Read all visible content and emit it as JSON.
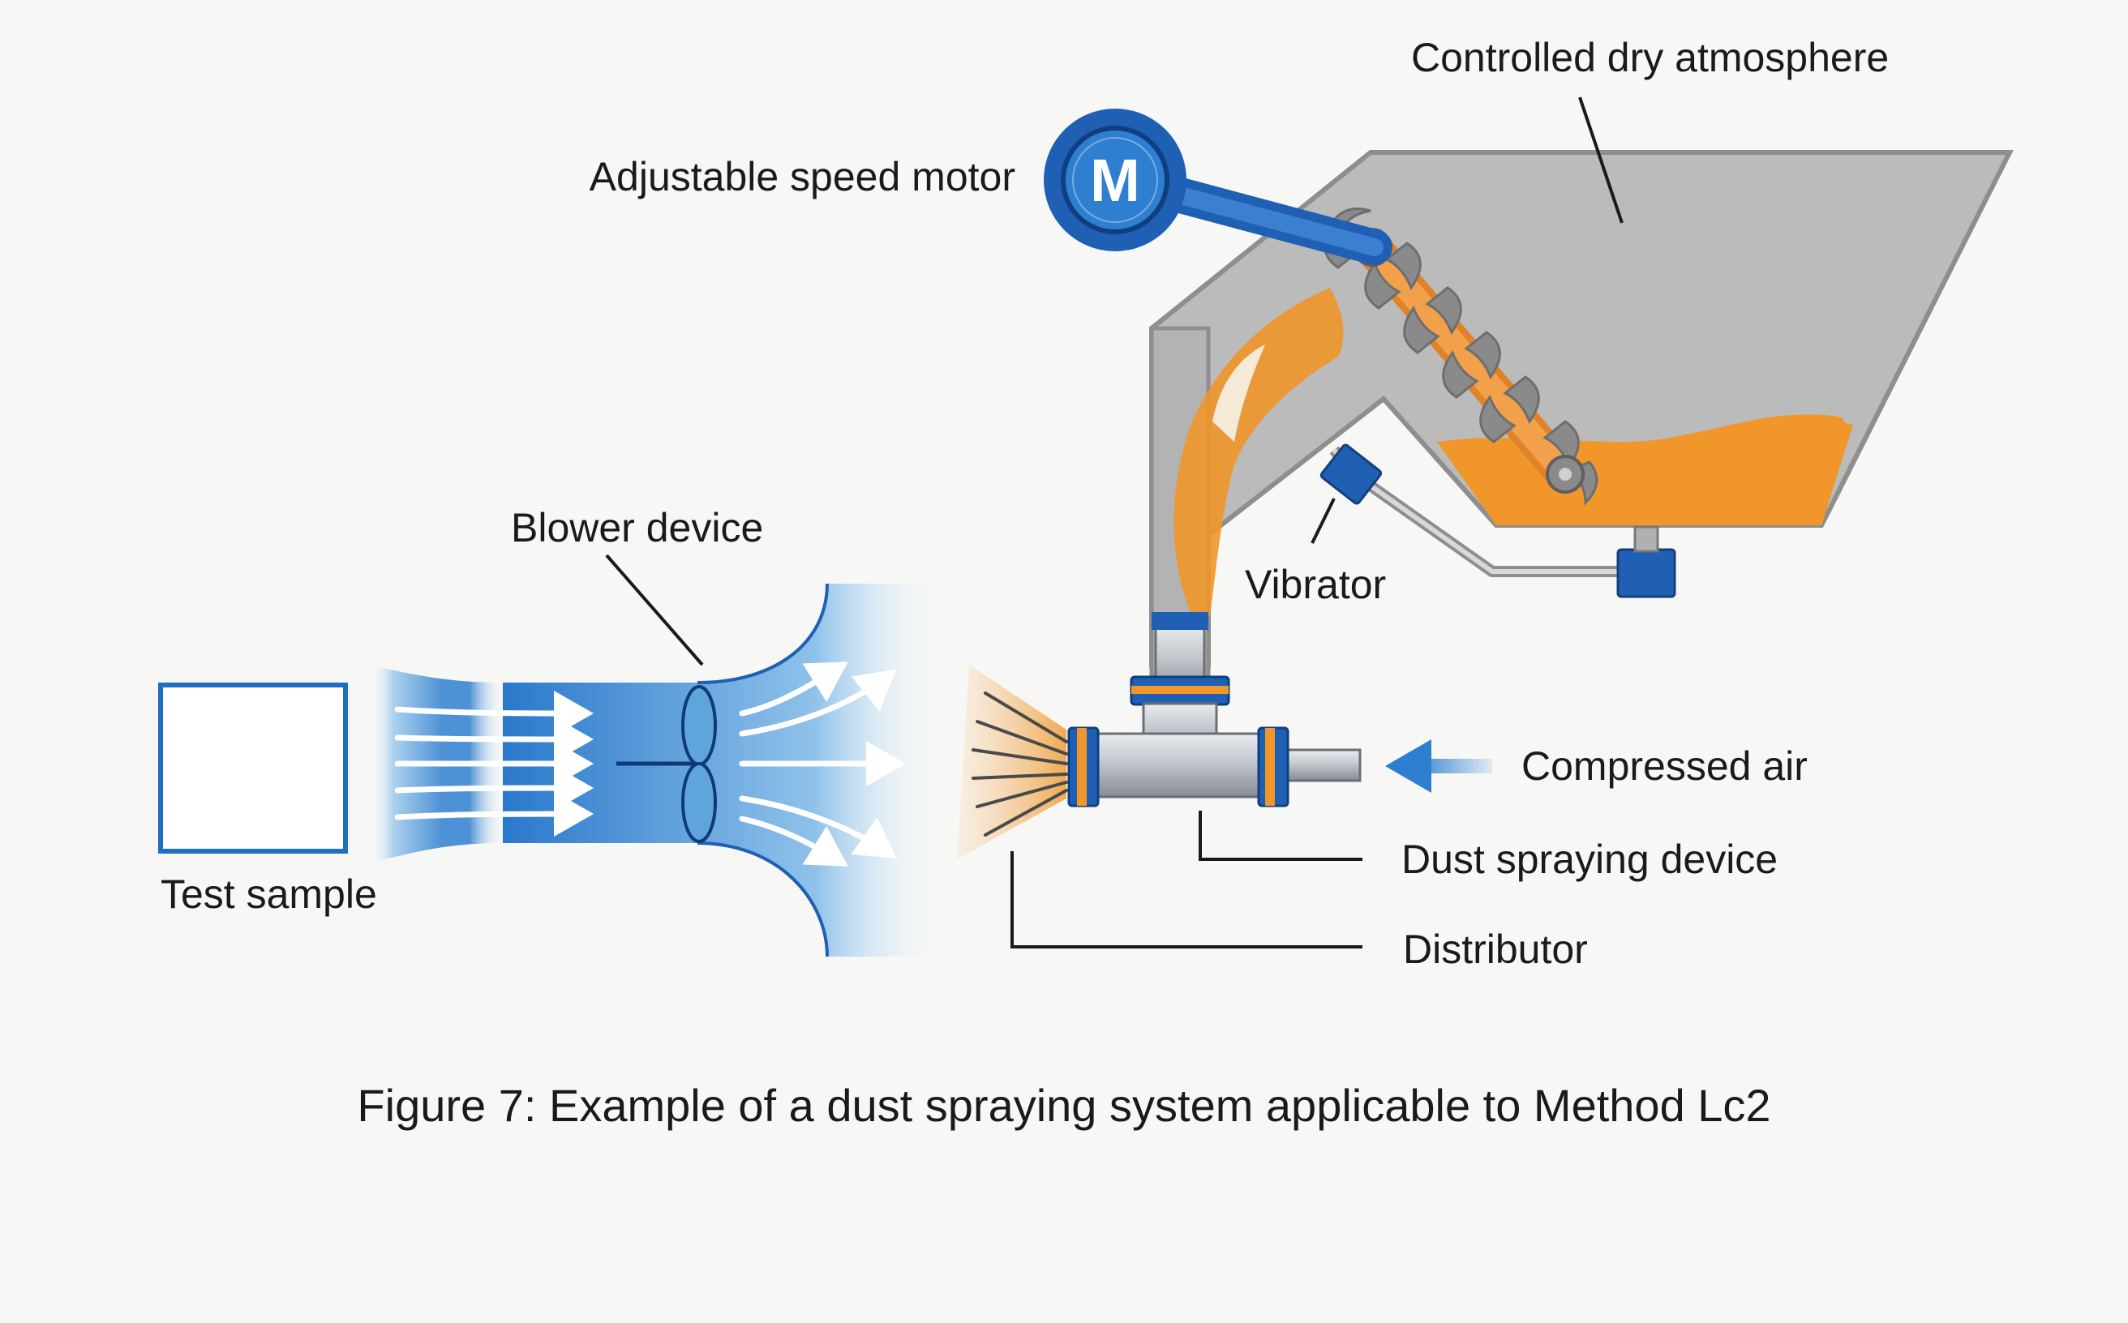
{
  "labels": {
    "controlled_dry_atmosphere": "Controlled dry atmosphere",
    "adjustable_speed_motor": "Adjustable speed motor",
    "motor_letter": "M",
    "blower_device": "Blower device",
    "vibrator": "Vibrator",
    "test_sample": "Test sample",
    "compressed_air": "Compressed air",
    "dust_spraying_device": "Dust spraying device",
    "distributor": "Distributor"
  },
  "caption": "Figure 7: Example of a dust spraying system applicable to Method Lc2",
  "colors": {
    "background": "#f7f7f5",
    "hopper_gray": "#b9b9b9",
    "hopper_edge": "#8c8c8c",
    "dust_orange": "#f0962a",
    "blue_dark": "#1f5fb4",
    "blue_mid": "#2f7fd0",
    "blue_light": "#cfe6f7",
    "pipe_steel": "#c9cdd2",
    "leader_line": "#1a1a1a"
  },
  "icons": {
    "motor": "motor-icon",
    "fan": "fan-icon",
    "screw_conveyor": "auger-icon",
    "air_arrow": "arrow-left-icon"
  }
}
